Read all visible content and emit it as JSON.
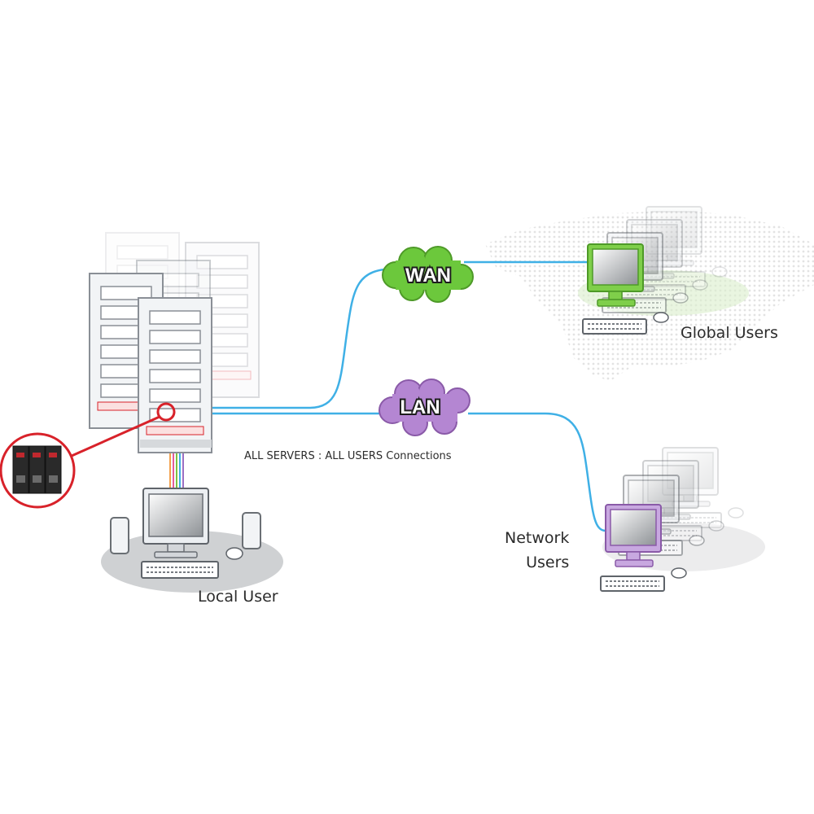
{
  "clouds": {
    "wan": {
      "label": "WAN",
      "color": "#6cc83c"
    },
    "lan": {
      "label": "LAN",
      "color": "#b486d2"
    }
  },
  "labels": {
    "global_users": "Global Users",
    "network_users_line1": "Network",
    "network_users_line2": "Users",
    "local_user": "Local User",
    "connections": "ALL SERVERS : ALL USERS  Connections"
  },
  "colors": {
    "link": "#3fb0e6",
    "highlight": "#d8222a",
    "global_accent": "#6cc83c",
    "network_accent": "#a07cc4"
  },
  "icons": [
    "server-icon",
    "workstation-icon",
    "cloud-icon",
    "module-icon",
    "world-map-icon"
  ]
}
